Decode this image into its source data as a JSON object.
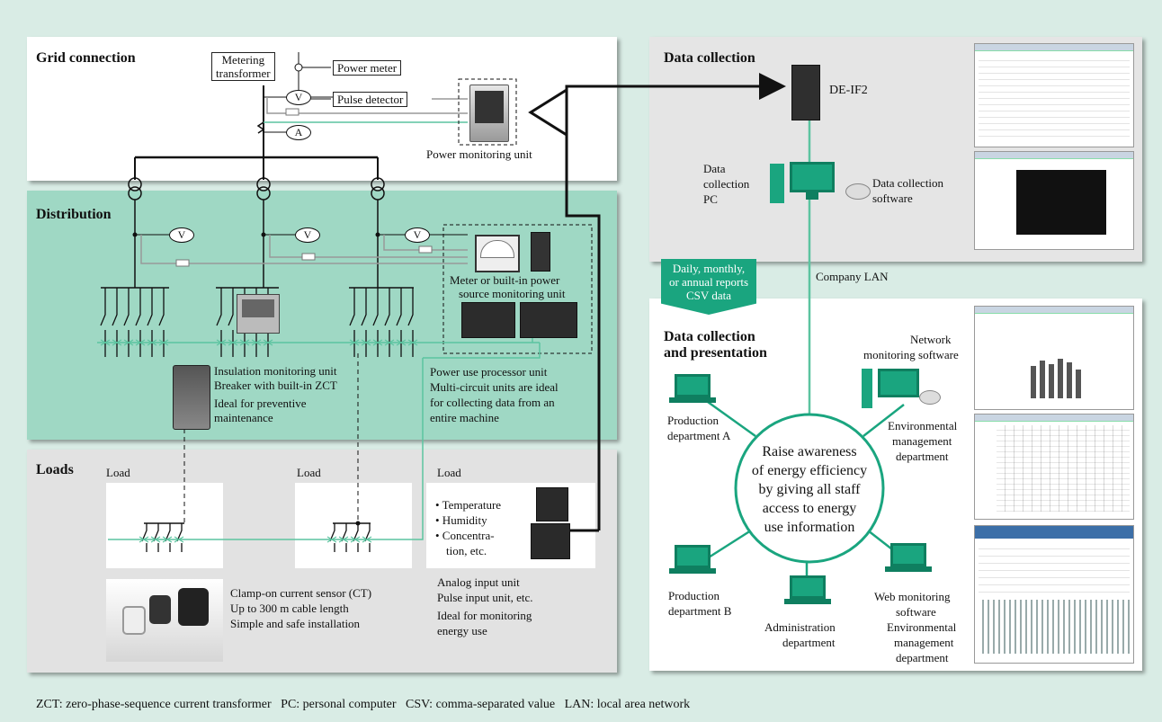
{
  "sections": {
    "grid": "Grid connection",
    "distribution": "Distribution",
    "loads": "Loads",
    "data_collection": "Data collection",
    "presentation_line1": "Data collection",
    "presentation_line2": "and presentation"
  },
  "grid": {
    "metering_line1": "Metering",
    "metering_line2": "transformer",
    "power_meter": "Power meter",
    "pulse_detector": "Pulse detector",
    "v": "V",
    "a": "A",
    "power_monitoring_unit": "Power monitoring unit"
  },
  "distribution": {
    "v1": "V",
    "v2": "V",
    "v3": "V",
    "meter_line1": "Meter or built-in power",
    "meter_line2": "source monitoring unit",
    "insulation_line1": "Insulation monitoring unit",
    "insulation_line2": "Breaker with built-in ZCT",
    "insulation_line3": "Ideal for preventive",
    "insulation_line4": "maintenance",
    "processor_line1": "Power use processor unit",
    "processor_line2": "Multi-circuit units are ideal",
    "processor_line3": "for collecting data from an",
    "processor_line4": "entire machine"
  },
  "loads": {
    "load1": "Load",
    "load2": "Load",
    "load3": "Load",
    "bullet1": "• Temperature",
    "bullet2": "• Humidity",
    "bullet3": "• Concentra-",
    "bullet3b": "tion, etc.",
    "ct_line1": "Clamp-on current sensor (CT)",
    "ct_line2": "Up to 300 m cable length",
    "ct_line3": "Simple and safe installation",
    "analog_line1": "Analog input unit",
    "analog_line2": "Pulse input unit, etc.",
    "analog_line3": "Ideal for monitoring",
    "analog_line4": "energy use"
  },
  "data_collection": {
    "deif": "DE-IF2",
    "pc_line1": "Data",
    "pc_line2": "collection",
    "pc_line3": "PC",
    "software_line1": "Data collection",
    "software_line2": "software"
  },
  "lan": {
    "reports_line1": "Daily, monthly,",
    "reports_line2": "or annual reports",
    "reports_line3": "CSV data",
    "company_lan": "Company LAN"
  },
  "presentation": {
    "network_line1": "Network",
    "network_line2": "monitoring software",
    "prodA_line1": "Production",
    "prodA_line2": "department A",
    "env_line1": "Environmental",
    "env_line2": "management",
    "env_line3": "department",
    "center_line1": "Raise awareness",
    "center_line2": "of energy efficiency",
    "center_line3": "by giving all staff",
    "center_line4": "access to energy",
    "center_line5": "use information",
    "prodB_line1": "Production",
    "prodB_line2": "department B",
    "admin_line1": "Administration",
    "admin_line2": "department",
    "web_line1": "Web monitoring",
    "web_line2": "software",
    "web_line3": "Environmental",
    "web_line4": "management",
    "web_line5": "department"
  },
  "footer": "ZCT: zero-phase-sequence current transformer   PC: personal computer   CSV: comma-separated value   LAN: local area network",
  "colors": {
    "background": "#d9ece5",
    "grid_panel": "#ffffff",
    "distribution_panel": "#9fd8c4",
    "loads_panel": "#e2e2e2",
    "data_panel": "#e5e5e5",
    "accent_green": "#1aa57f",
    "line_green": "#5cc4a0"
  }
}
